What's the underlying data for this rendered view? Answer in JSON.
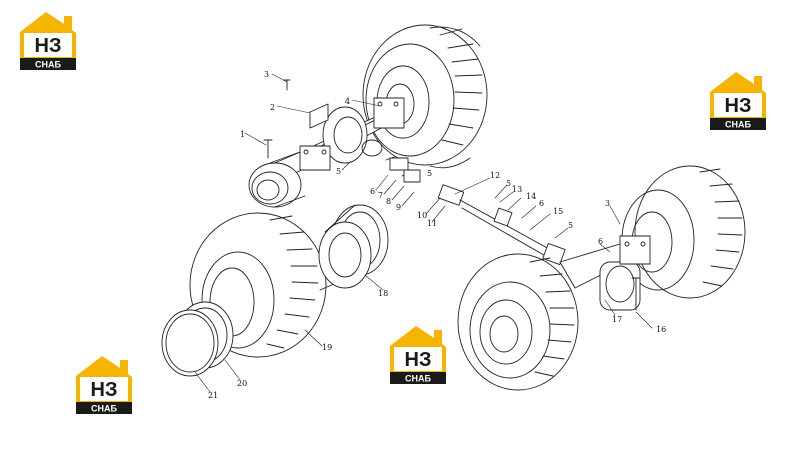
{
  "logo": {
    "main": "НЗ",
    "sub": "СНАБ",
    "colors": {
      "accent": "#F5B400",
      "dark": "#1A1A1A"
    }
  },
  "logos": [
    {
      "id": "logo-top-left"
    },
    {
      "id": "logo-top-right"
    },
    {
      "id": "logo-center"
    },
    {
      "id": "logo-bottom-left"
    }
  ],
  "callouts": [
    "1",
    "2",
    "3",
    "4",
    "5",
    "5",
    "6",
    "7",
    "8",
    "9",
    "10",
    "11",
    "12",
    "5",
    "13",
    "14",
    "6",
    "15",
    "5",
    "3",
    "6",
    "16",
    "17",
    "18",
    "19",
    "20",
    "21"
  ]
}
